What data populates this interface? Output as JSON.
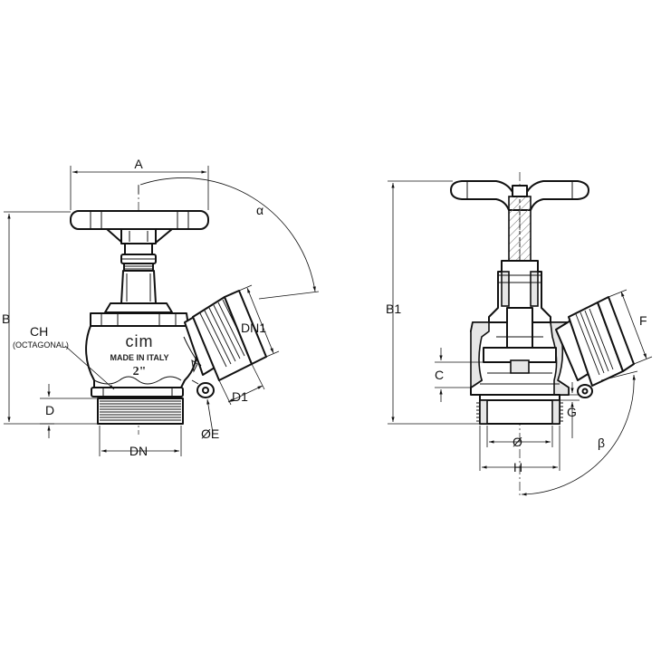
{
  "diagram": {
    "front_view": {
      "dimension_labels": {
        "A": "A",
        "alpha": "α",
        "B": "B",
        "CH": "CH",
        "CH_note": "(OCTAGONAL)",
        "D": "D",
        "DN": "DN",
        "DN1": "DN1",
        "D1": "D1",
        "E": "ØE"
      },
      "markings": {
        "brand": "cim",
        "origin": "MADE IN ITALY",
        "size": "2\""
      }
    },
    "section_view": {
      "dimension_labels": {
        "B1": "B1",
        "F": "F",
        "C": "C",
        "G": "G",
        "diameter": "Ø",
        "H": "H",
        "beta": "β"
      }
    }
  }
}
